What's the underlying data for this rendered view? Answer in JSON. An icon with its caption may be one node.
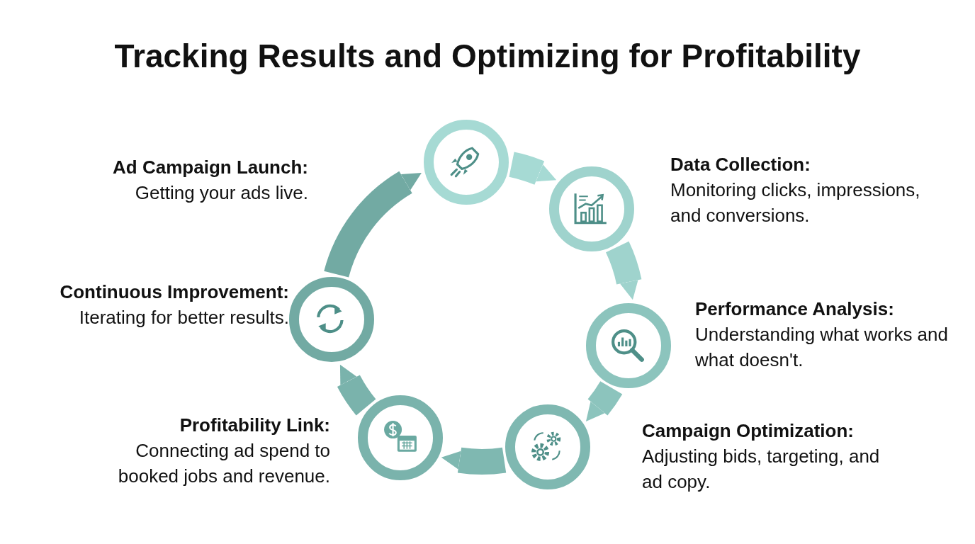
{
  "diagram": {
    "title": "Tracking Results and Optimizing for Profitability",
    "nodes": [
      {
        "text": [],
        "shape": "circle",
        "beside": [
          "Ad Campaign Launch:",
          "Getting your ads live."
        ]
      },
      {
        "text": [],
        "shape": "circle",
        "beside": [
          "Data Collection:",
          "Monitoring clicks, impressions, and conversions."
        ]
      },
      {
        "text": [],
        "shape": "circle",
        "beside": [
          "Performance Analysis:",
          "Understanding what works and what doesn't."
        ]
      },
      {
        "text": [],
        "shape": "circle",
        "beside": [
          "Campaign Optimization:",
          "Adjusting bids, targeting, and ad copy."
        ]
      },
      {
        "text": [],
        "shape": "circle",
        "beside": [
          "Profitability Link:",
          "Connecting ad spend to booked jobs and revenue."
        ]
      },
      {
        "text": [],
        "shape": "circle",
        "beside": [
          "Continuous Improvement:",
          "Iterating for better results."
        ]
      }
    ],
    "edges": [
      {
        "from": 0,
        "to": 1,
        "arrow": "to"
      },
      {
        "from": 1,
        "to": 2,
        "arrow": "to"
      },
      {
        "from": 2,
        "to": 3,
        "arrow": "to"
      },
      {
        "from": 3,
        "to": 4,
        "arrow": "to"
      },
      {
        "from": 4,
        "to": 5,
        "arrow": "to"
      },
      {
        "from": 5,
        "to": 0,
        "arrow": "to"
      }
    ]
  }
}
